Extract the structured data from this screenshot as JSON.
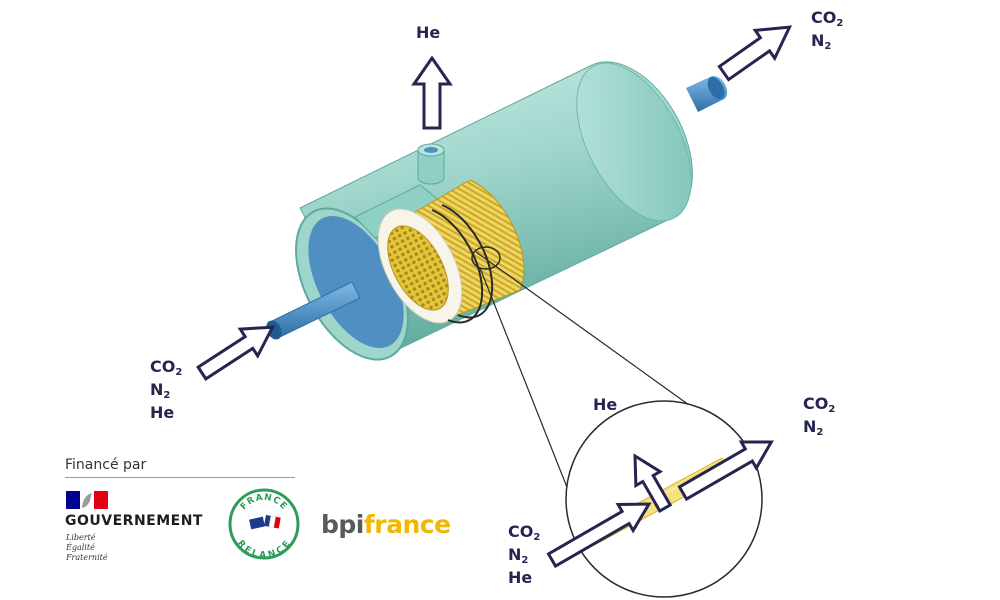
{
  "labels": {
    "top_outlet": {
      "line1": "He"
    },
    "right_outlet": {
      "line1_base": "CO",
      "line1_sub": "2",
      "line2_base": "N",
      "line2_sub": "2"
    },
    "left_inlet": {
      "line1_base": "CO",
      "line1_sub": "2",
      "line2_base": "N",
      "line2_sub": "2",
      "line3": "He"
    },
    "detail_permeate": {
      "line1": "He"
    },
    "detail_retentate": {
      "line1_base": "CO",
      "line1_sub": "2",
      "line2_base": "N",
      "line2_sub": "2"
    },
    "detail_feed": {
      "line1_base": "CO",
      "line1_sub": "2",
      "line2_base": "N",
      "line2_sub": "2",
      "line3": "He"
    }
  },
  "funding": {
    "caption": "Financé par",
    "gov_name": "GOUVERNEMENT",
    "gov_motto": [
      "Liberté",
      "Égalité",
      "Fraternité"
    ],
    "seal_top": "FRANCE",
    "seal_bottom": "RELANCE",
    "bpi_part1": "bpi",
    "bpi_part2": "france"
  },
  "colors": {
    "shell": "#9fd6cc",
    "shell_dark": "#6fb8ad",
    "fiber_bundle": "#efd65a",
    "tube": "#4b8fc7",
    "arrow_outline": "#25254f",
    "text": "#25254f",
    "gov_blue": "#000091",
    "gov_red": "#e1000f",
    "seal_green": "#2e9d5a",
    "bpi_yellow": "#f2b705"
  }
}
